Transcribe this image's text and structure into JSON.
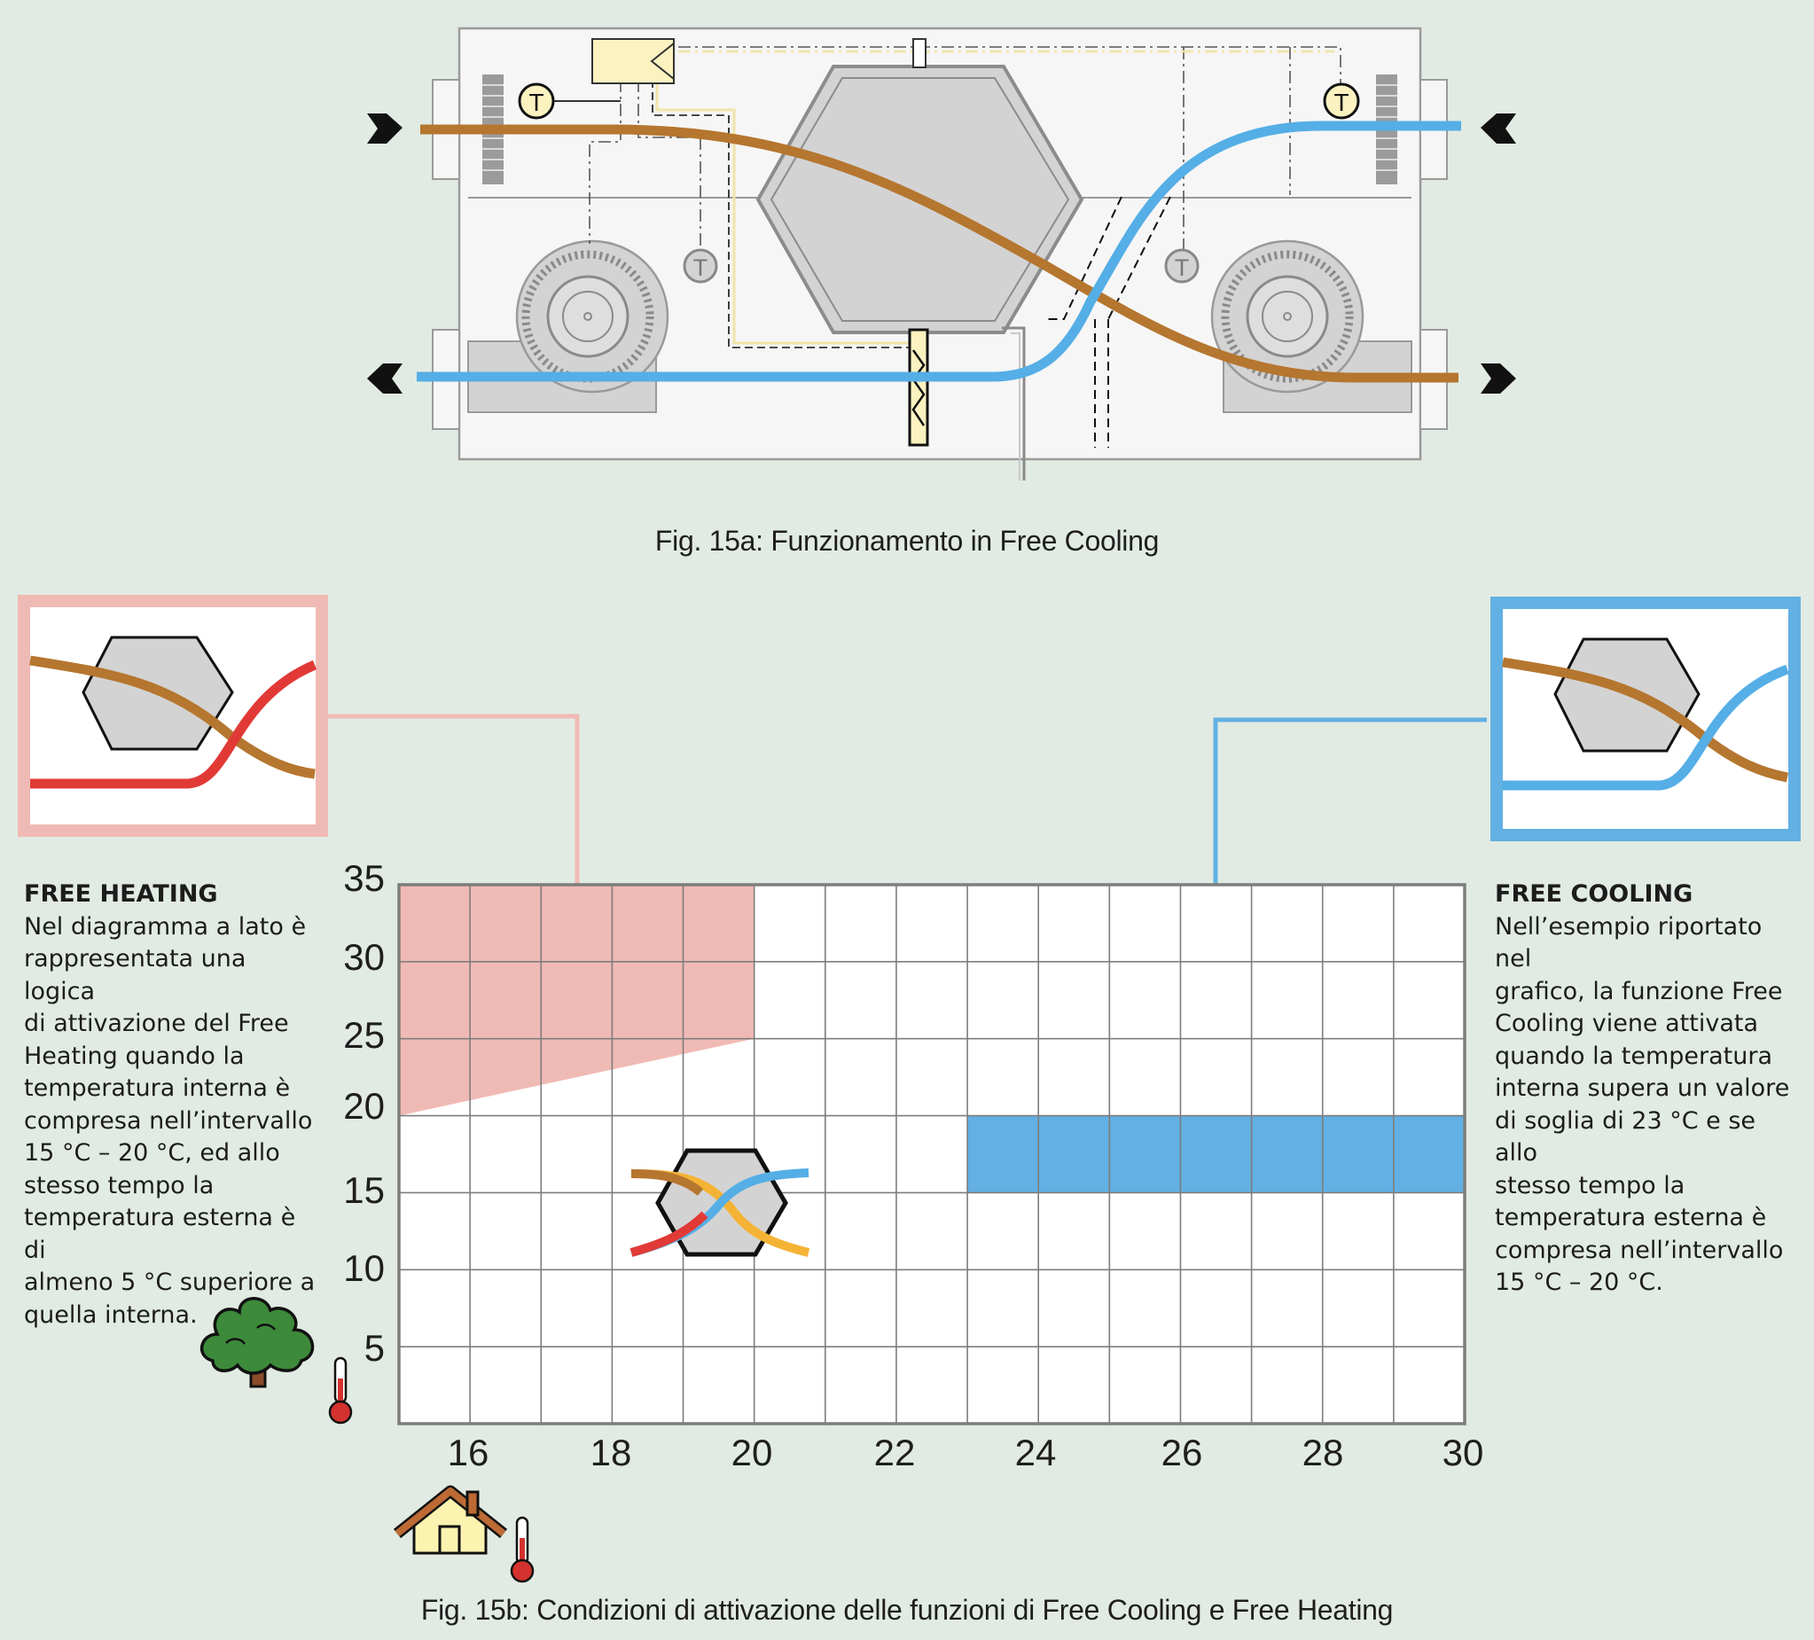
{
  "figure_a": {
    "caption": "Fig. 15a: Funzionamento in Free Cooling",
    "sensor_labels": [
      "T",
      "T",
      "T",
      "T"
    ]
  },
  "figure_b": {
    "caption": "Fig. 15b: Condizioni di attivazione delle funzioni di Free Cooling e Free Heating",
    "y_ticks": [
      "35",
      "30",
      "25",
      "20",
      "15",
      "10",
      "5"
    ],
    "x_ticks": [
      "16",
      "18",
      "20",
      "22",
      "24",
      "26",
      "28",
      "30"
    ],
    "free_heating": {
      "title": "FREE HEATING",
      "body": "Nel diagramma a lato è\nrappresentata una logica\ndi attivazione del Free\nHeating quando la\ntemperatura interna è\ncompresa nell’intervallo\n15 °C – 20 °C, ed allo\nstesso tempo la\ntemperatura esterna è di\nalmeno 5 °C superiore a\nquella interna.",
      "color": "#f0bab4"
    },
    "free_cooling": {
      "title": "FREE COOLING",
      "body": "Nell’esempio riportato nel\ngrafico, la funzione Free\nCooling viene attivata\nquando la temperatura\ninterna supera un valore\ndi soglia di 23 °C e se allo\nstesso tempo la\ntemperatura esterna è\ncompresa nell’intervallo\n15 °C – 20 °C.",
      "color": "#62b0e4"
    }
  },
  "colors": {
    "background": "#e2ebe3",
    "brown_flow": "#b5762f",
    "blue_flow": "#55aee6",
    "red_flow": "#e13a36",
    "hexagon": "#d3d3d3"
  },
  "icons": [
    "tree-icon",
    "house-icon",
    "thermometer-icon",
    "hexagon-exchanger-icon",
    "fan-icon",
    "damper-icon",
    "arrow-icon"
  ]
}
